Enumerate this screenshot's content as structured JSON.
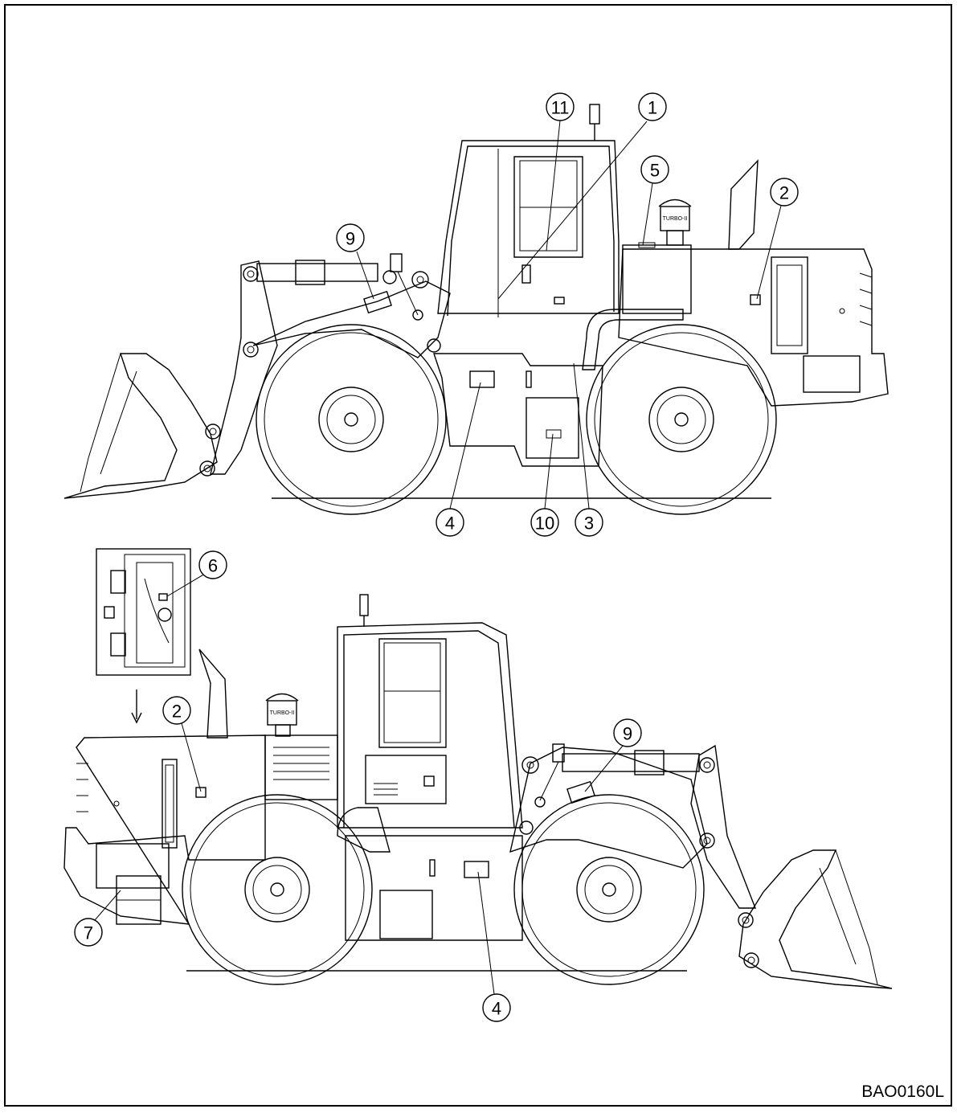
{
  "drawing_code": "BAO0160L",
  "top_view": {
    "callouts": [
      "11",
      "1",
      "5",
      "2",
      "9",
      "4",
      "10",
      "3"
    ],
    "turbo_label": "TURBO-II"
  },
  "bottom_view": {
    "callouts": [
      "6",
      "2",
      "9",
      "7",
      "4"
    ],
    "turbo_label": "TURBO-II"
  }
}
